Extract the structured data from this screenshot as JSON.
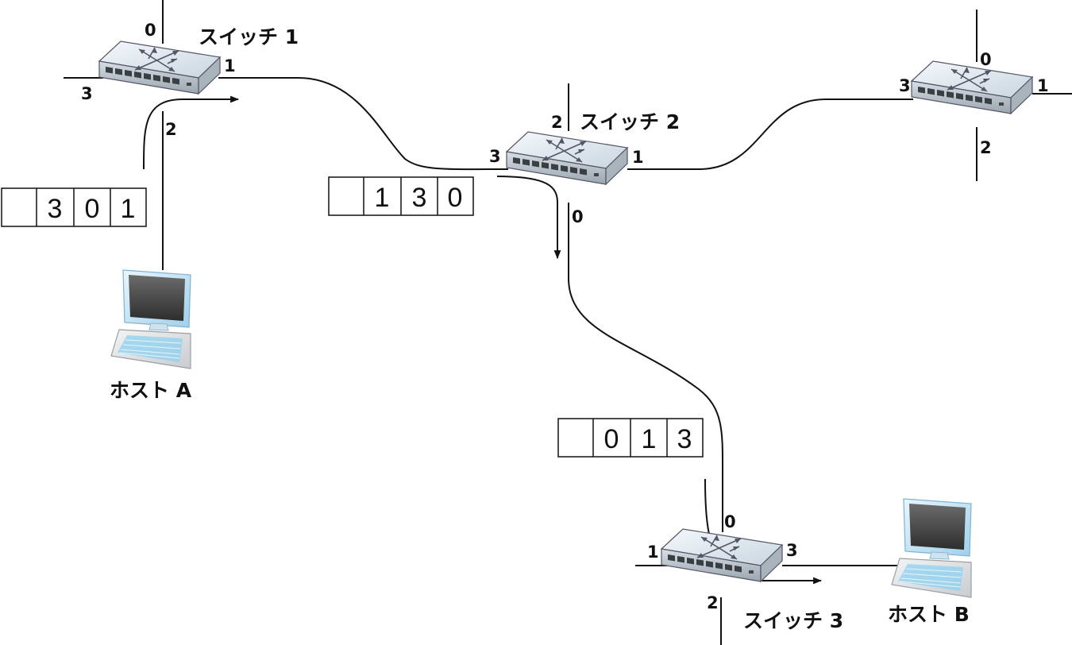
{
  "switches": [
    {
      "id": "sw1",
      "label": "スイッチ 1",
      "ports": {
        "p0": "0",
        "p1": "1",
        "p2": "2",
        "p3": "3"
      }
    },
    {
      "id": "sw2",
      "label": "スイッチ 2",
      "ports": {
        "p0": "0",
        "p1": "1",
        "p2": "2",
        "p3": "3"
      }
    },
    {
      "id": "sw4",
      "label": "",
      "ports": {
        "p0": "0",
        "p1": "1",
        "p2": "2",
        "p3": "3"
      }
    },
    {
      "id": "sw3",
      "label": "スイッチ 3",
      "ports": {
        "p0": "0",
        "p1": "1",
        "p2": "2",
        "p3": "3"
      }
    }
  ],
  "hosts": [
    {
      "id": "hostA",
      "label": "ホスト A"
    },
    {
      "id": "hostB",
      "label": "ホスト B"
    }
  ],
  "headers": [
    {
      "id": "hdr1",
      "cells": [
        "",
        "3",
        "0",
        "1"
      ]
    },
    {
      "id": "hdr2",
      "cells": [
        "",
        "1",
        "3",
        "0"
      ]
    },
    {
      "id": "hdr3",
      "cells": [
        "",
        "0",
        "1",
        "3"
      ]
    }
  ],
  "colors": {
    "line": "#111111",
    "switch_top": "#dce9f2",
    "switch_front": "#bcc8d2",
    "screen": "#4a4a4a",
    "bezel": "#cfe6f4"
  }
}
